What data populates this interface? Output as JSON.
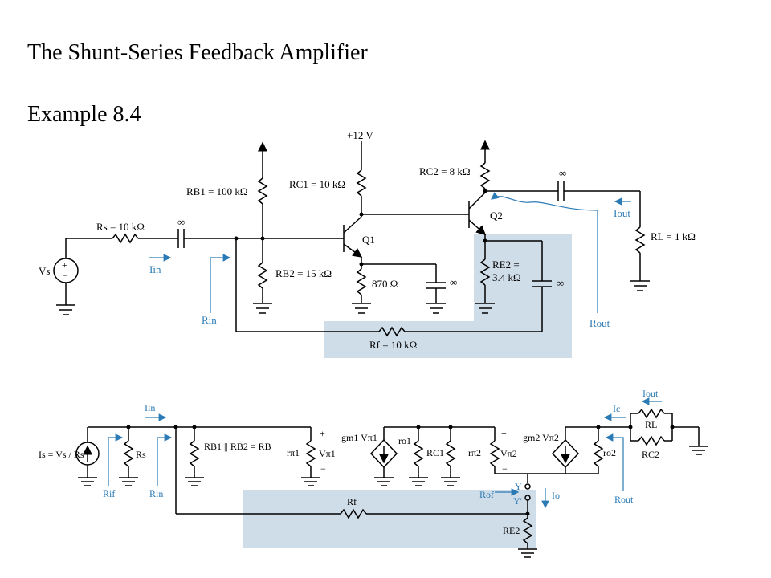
{
  "slide": {
    "title": "The Shunt-Series Feedback Amplifier",
    "subtitle": "Example 8.4"
  },
  "top_circuit": {
    "supply": "+12 V",
    "rb1": "RB1 = 100 kΩ",
    "rb2": "RB2 = 15 kΩ",
    "rs": "Rs = 10 kΩ",
    "cap_inf": "∞",
    "rc1": "RC1 = 10 kΩ",
    "re1": "870 Ω",
    "rc2": "RC2 = 8 kΩ",
    "re2_line1": "RE2 =",
    "re2_line2": "3.4 kΩ",
    "rl": "RL = 1 kΩ",
    "rf": "Rf = 10 kΩ",
    "q1": "Q1",
    "q2": "Q2",
    "vs": "Vs",
    "i_in": "Iin",
    "r_in": "Rin",
    "i_out": "Iout",
    "r_out": "Rout"
  },
  "bottom_circuit": {
    "is_eq": "Is = Vs / Rs",
    "rs": "Rs",
    "rif": "Rif",
    "rin": "Rin",
    "iin": "Iin",
    "rb": "RB1 || RB2 = RB",
    "rpi1": "rπ1",
    "vpi1": "Vπ1",
    "gm1": "gm1 Vπ1",
    "ro1": "ro1",
    "rc1": "RC1",
    "rpi2": "rπ2",
    "vpi2": "Vπ2",
    "gm2": "gm2 Vπ2",
    "ro2": "ro2",
    "rl": "RL",
    "rc2": "RC2",
    "ic": "Ic",
    "iout": "Iout",
    "rout": "Rout",
    "rof": "Rof",
    "y": "Y",
    "y_prime": "Y′",
    "io": "Io",
    "rf": "Rf",
    "re2": "RE2",
    "plus": "+",
    "minus": "−"
  },
  "colors": {
    "shade": "#cfdde8",
    "accent": "#2a7ab5",
    "wire": "#000000"
  }
}
